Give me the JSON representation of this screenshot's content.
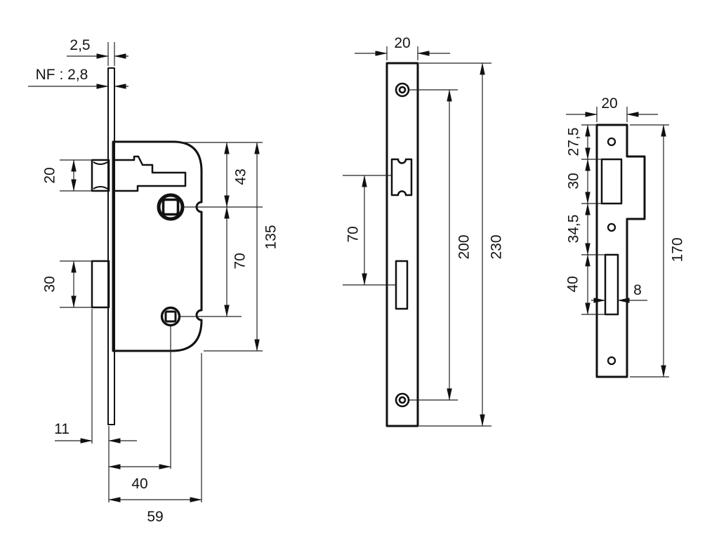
{
  "views": {
    "lock_case_side": {
      "labels": {
        "faceplate_thickness": "2,5",
        "nf_thickness": "NF : 2,8",
        "latch_height": "20",
        "deadbolt_height": "30",
        "top_to_follower": "43",
        "follower_to_bolt": "70",
        "case_height": "135",
        "bolt_protrusion": "11",
        "backset": "40",
        "case_depth": "59"
      }
    },
    "faceplate_front": {
      "labels": {
        "width": "20",
        "latch_to_bolt": "70",
        "screw_spacing": "200",
        "total_height": "230"
      }
    },
    "strike_plate": {
      "labels": {
        "width": "20",
        "top_to_latch": "27,5",
        "latch_cutout_height": "30",
        "between_cutouts": "34,5",
        "bolt_cutout_height": "40",
        "bolt_cutout_width": "8",
        "total_height": "170"
      }
    }
  }
}
